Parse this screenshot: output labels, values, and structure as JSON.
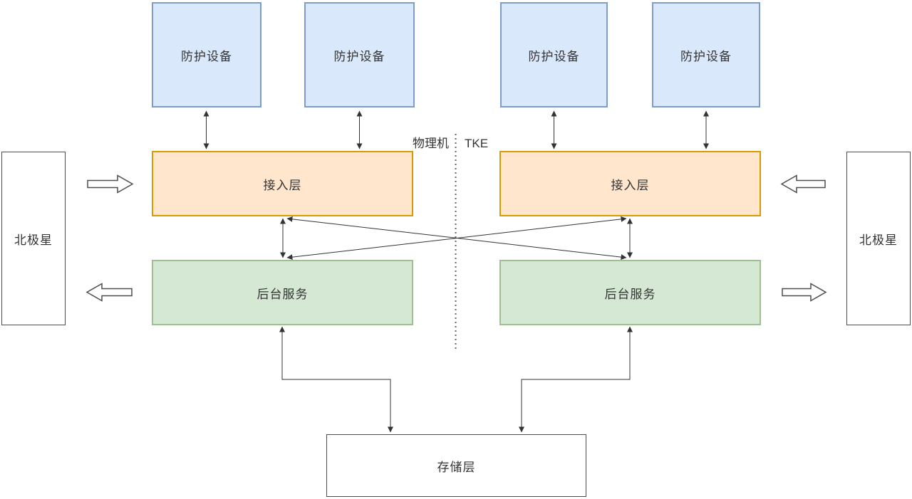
{
  "canvas": {
    "zone_labels": {
      "left": "物理机",
      "right": "TKE"
    },
    "protection_devices": [
      {
        "label": "防护设备"
      },
      {
        "label": "防护设备"
      },
      {
        "label": "防护设备"
      },
      {
        "label": "防护设备"
      }
    ],
    "access_layers": [
      {
        "label": "接入层"
      },
      {
        "label": "接入层"
      }
    ],
    "backend_services": [
      {
        "label": "后台服务"
      },
      {
        "label": "后台服务"
      }
    ],
    "polaris_nodes": [
      {
        "label": "北极星"
      },
      {
        "label": "北极星"
      }
    ],
    "storage_layer": {
      "label": "存储层"
    },
    "colors": {
      "protection_fill": "#DAE8FC",
      "protection_border": "#7E9BC9",
      "access_fill": "#FFE6CC",
      "access_border": "#D79B00",
      "backend_fill": "#D5E8D4",
      "backend_border": "#9DBF91",
      "plain_fill": "#FFFFFF",
      "plain_border": "#4D4D4D",
      "connector": "#333333",
      "divider_dots": "#666666",
      "text": "#333333"
    }
  }
}
